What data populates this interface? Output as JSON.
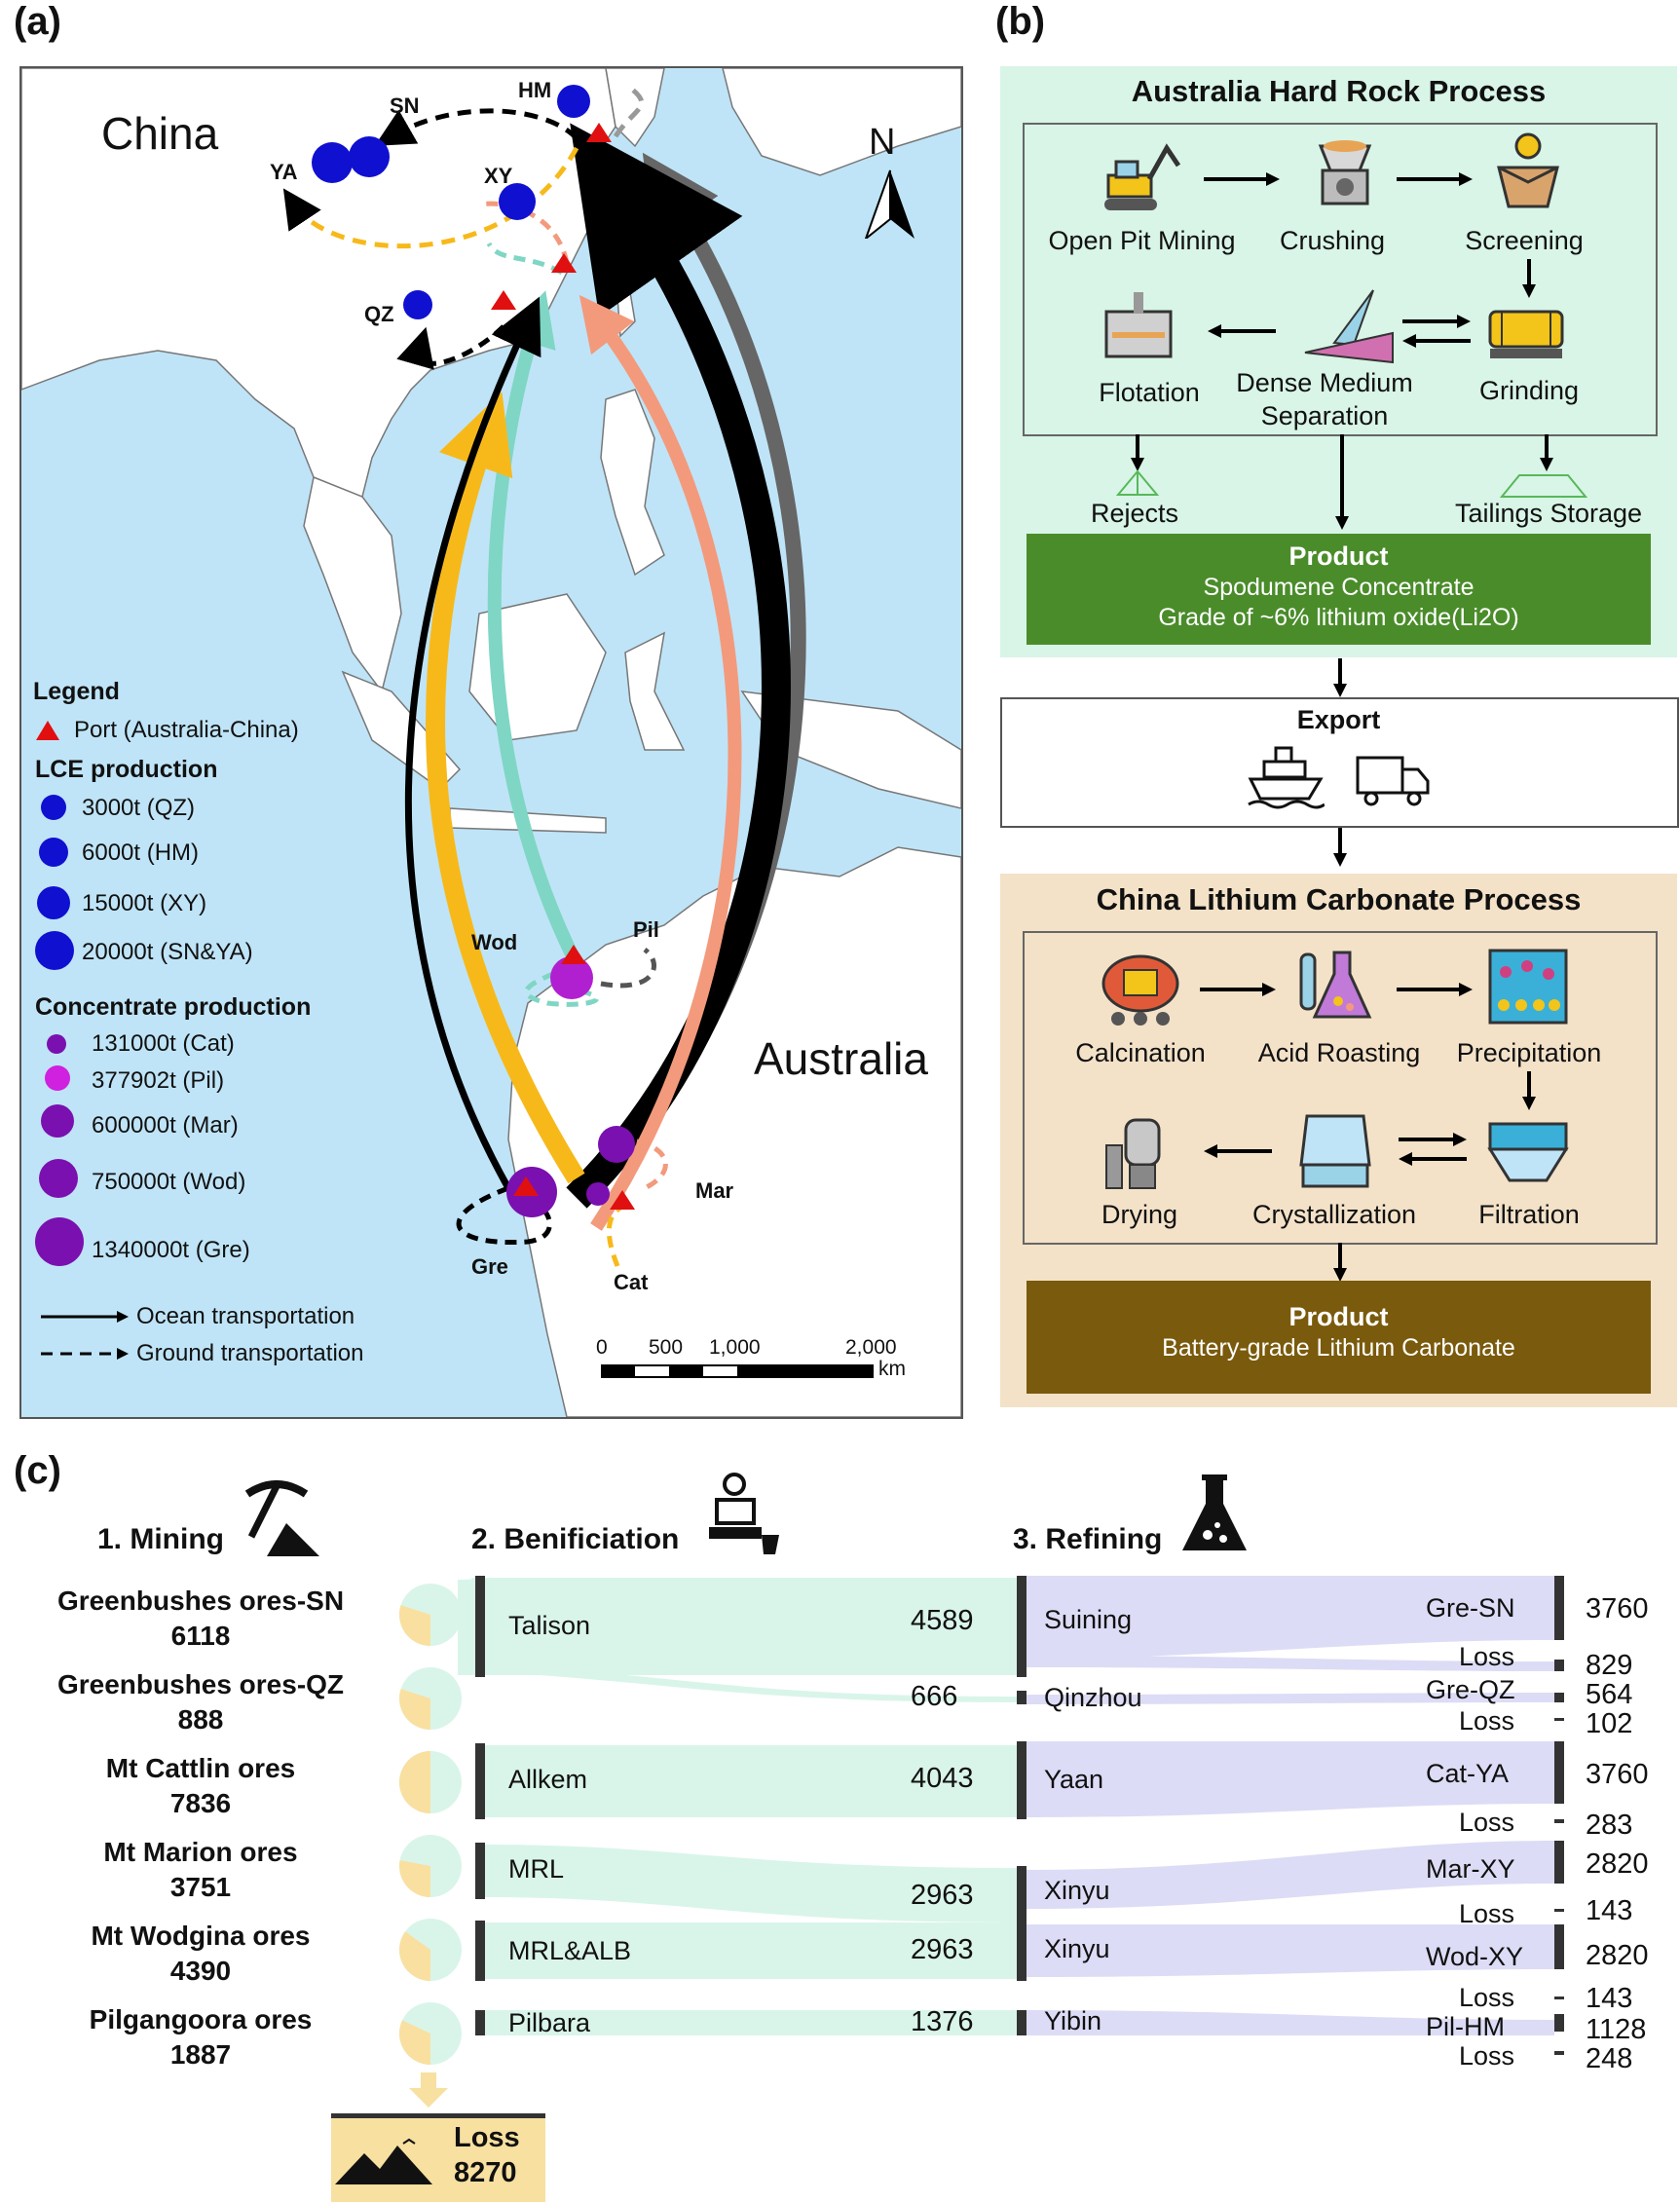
{
  "panel_labels": {
    "a": "(a)",
    "b": "(b)",
    "c": "(c)"
  },
  "map": {
    "china": "China",
    "australia": "Australia",
    "north": "N",
    "sites": {
      "sn": "SN",
      "hm": "HM",
      "ya": "YA",
      "xy": "XY",
      "qz": "QZ",
      "wod": "Wod",
      "pil": "Pil",
      "gre": "Gre",
      "mar": "Mar",
      "cat": "Cat"
    },
    "legend": {
      "title": "Legend",
      "port": "Port (Australia-China)",
      "lce_title": "LCE production",
      "lce_items": [
        "3000t (QZ)",
        "6000t (HM)",
        "15000t (XY)",
        "20000t (SN&YA)"
      ],
      "conc_title": "Concentrate production",
      "conc_items": [
        "131000t (Cat)",
        "377902t (Pil)",
        "600000t (Mar)",
        "750000t (Wod)",
        "1340000t (Gre)"
      ],
      "ocean": "Ocean transportation",
      "ground": "Ground transportation"
    },
    "scale": {
      "t0": "0",
      "t1": "500",
      "t2": "1,000",
      "t3": "2,000",
      "unit": "km"
    },
    "colors": {
      "sea": "#bfe4f7",
      "land": "#ffffff",
      "lce": "#1010d0",
      "conc": "#7a10b0",
      "pil": "#d020e0",
      "port": "#e01010",
      "black": "#000000",
      "yellow": "#f7b91a",
      "teal": "#7fd6c4",
      "salmon": "#f39a7c",
      "gray": "#666666"
    }
  },
  "hardrock": {
    "title": "Australia Hard Rock Process",
    "steps": {
      "mining": "Open Pit Mining",
      "crushing": "Crushing",
      "screening": "Screening",
      "flotation": "Flotation",
      "dms1": "Dense Medium",
      "dms2": "Separation",
      "grinding": "Grinding",
      "rejects": "Rejects",
      "tailings": "Tailings Storage"
    },
    "product_title": "Product",
    "product_line1": "Spodumene Concentrate",
    "product_line2": "Grade of ~6% lithium oxide(Li2O)"
  },
  "export": {
    "title": "Export",
    "icons": [
      "ship-icon",
      "truck-icon"
    ]
  },
  "carbonate": {
    "title": "China Lithium Carbonate Process",
    "steps": {
      "calcination": "Calcination",
      "acid": "Acid Roasting",
      "precip": "Precipitation",
      "drying": "Drying",
      "cryst": "Crystallization",
      "filtration": "Filtration"
    },
    "product_title": "Product",
    "product_line1": "Battery-grade Lithium Carbonate"
  },
  "sankey": {
    "stage1": "1. Mining",
    "stage2": "2. Benificiation",
    "stage3": "3. Refining",
    "ores": [
      {
        "name": "Greenbushes ores-SN",
        "value": "6118"
      },
      {
        "name": "Greenbushes ores-QZ",
        "value": "888"
      },
      {
        "name": "Mt Cattlin ores",
        "value": "7836"
      },
      {
        "name": "Mt Marion ores",
        "value": "3751"
      },
      {
        "name": "Mt Wodgina ores",
        "value": "4390"
      },
      {
        "name": "Pilgangoora ores",
        "value": "1887"
      }
    ],
    "beneficiation": [
      {
        "name": "Talison",
        "value": "4589"
      },
      {
        "name": "",
        "value": "666"
      },
      {
        "name": "Allkem",
        "value": "4043"
      },
      {
        "name": "MRL",
        "value": "2963"
      },
      {
        "name": "MRL&ALB",
        "value": "2963"
      },
      {
        "name": "Pilbara",
        "value": "1376"
      }
    ],
    "refineries": [
      "Suining",
      "Qinzhou",
      "Yaan",
      "Xinyu",
      "Xinyu",
      "Yibin"
    ],
    "outputs": [
      {
        "name": "Gre-SN",
        "value": "3760"
      },
      {
        "name": "Loss",
        "value": "829"
      },
      {
        "name": "Gre-QZ",
        "value": "564"
      },
      {
        "name": "Loss",
        "value": "102"
      },
      {
        "name": "Cat-YA",
        "value": "3760"
      },
      {
        "name": "Loss",
        "value": "283"
      },
      {
        "name": "Mar-XY",
        "value": "2820"
      },
      {
        "name": "Loss",
        "value": "143"
      },
      {
        "name": "Wod-XY",
        "value": "2820"
      },
      {
        "name": "Loss",
        "value": "143"
      },
      {
        "name": "Pil-HM",
        "value": "1128"
      },
      {
        "name": "Loss",
        "value": "248"
      }
    ],
    "total_loss_label": "Loss",
    "total_loss_value": "8270",
    "pie_fractions": [
      0.3,
      0.3,
      0.5,
      0.28,
      0.35,
      0.32
    ],
    "colors": {
      "mining_flow": "#d9f5ea",
      "refining_flow": "#dcdcf6",
      "bar": "#333333",
      "pie_yellow": "#f9e0a0",
      "pie_teal": "#d9f5ea"
    }
  }
}
